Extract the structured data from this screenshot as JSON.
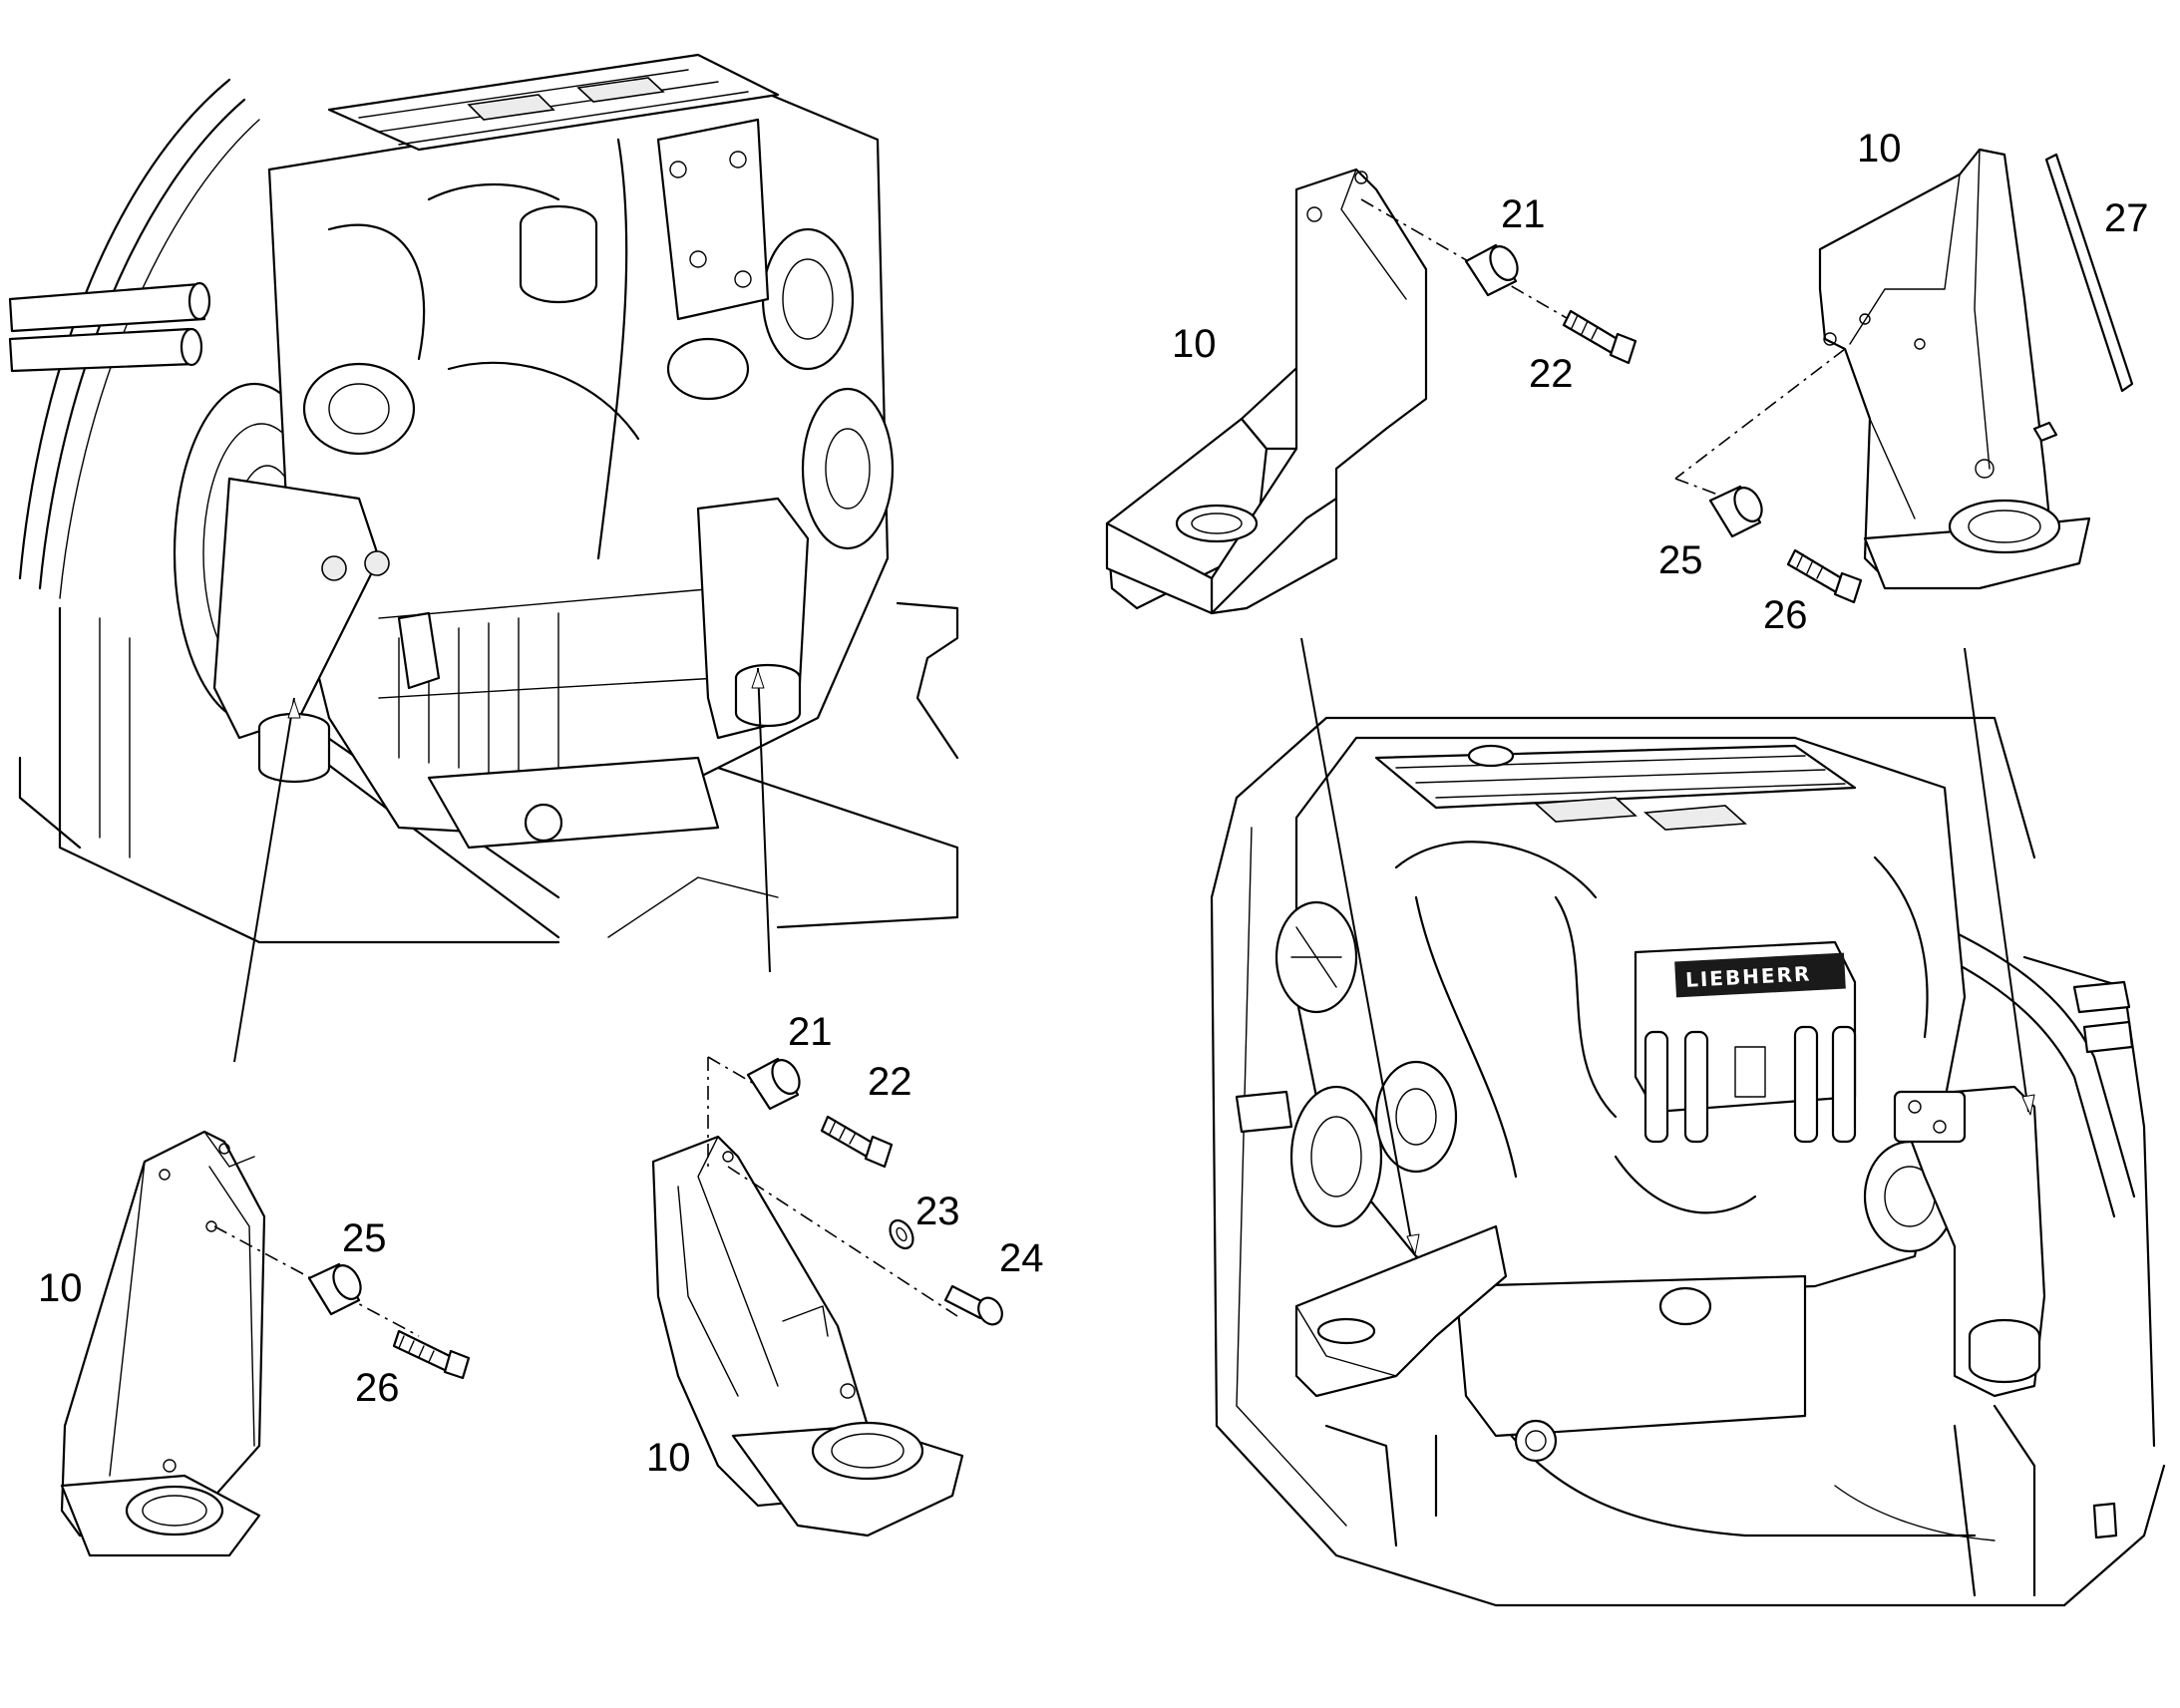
{
  "callouts": {
    "mount_bottom_left": {
      "bracket": "10",
      "bushing": "25",
      "bolt": "26"
    },
    "mount_bottom_center": {
      "bushing": "21",
      "bolt": "22",
      "washer": "23",
      "screw": "24",
      "bracket": "10"
    },
    "mount_top_center": {
      "bracket": "10",
      "bushing": "21",
      "bolt": "22"
    },
    "mount_top_right": {
      "bracket": "10",
      "strip": "27",
      "bushing": "25",
      "bolt": "26"
    }
  },
  "engine_brand": "LIEBHERR"
}
